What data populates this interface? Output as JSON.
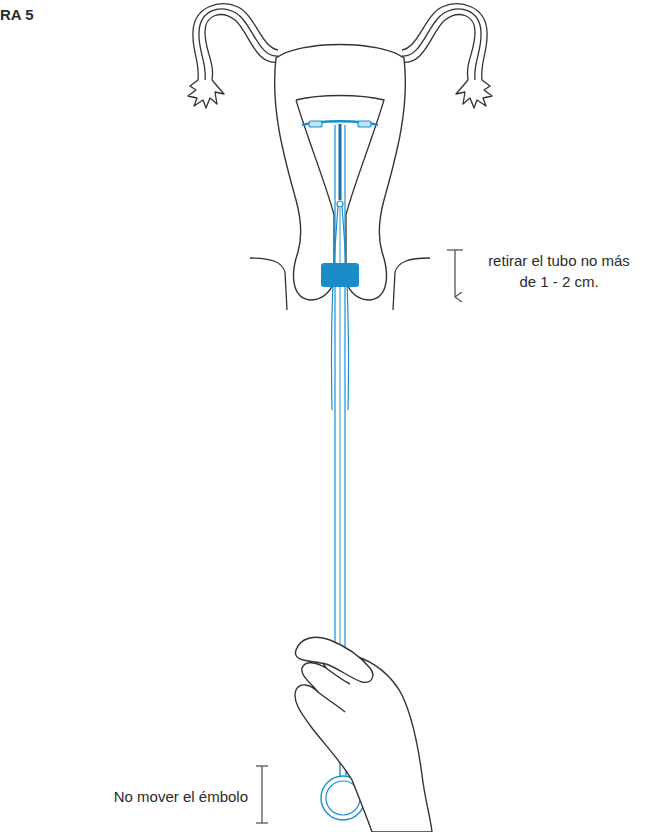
{
  "diagram": {
    "labels": [
      "RA 5",
      "retirar el tubo no más de 1 - 2 cm.",
      "No mover el émbolo"
    ]
  }
}
